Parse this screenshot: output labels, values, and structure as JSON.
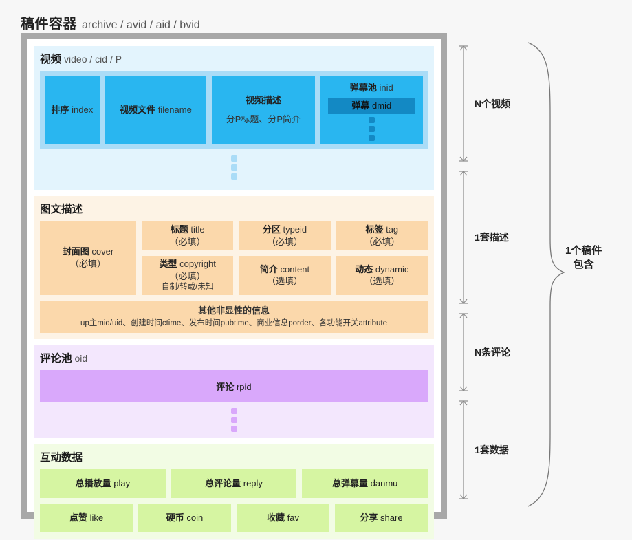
{
  "title": {
    "cn": "稿件容器",
    "en": "archive / avid / aid / bvid"
  },
  "sections": {
    "video": {
      "head_cn": "视频",
      "head_en": "video / cid / P",
      "boxes": {
        "index": {
          "cn": "排序",
          "en": "index"
        },
        "filename": {
          "cn": "视频文件",
          "en": "filename"
        },
        "desc": {
          "cn": "视频描述",
          "en": "",
          "sub": "分P标题、分P简介"
        },
        "danmu_pool": {
          "cn": "弹幕池",
          "en": "inid",
          "inner_cn": "弹幕",
          "inner_en": "dmid"
        }
      }
    },
    "description": {
      "head_cn": "图文描述",
      "head_en": "",
      "cover": {
        "cn": "封面图",
        "en": "cover",
        "req": "（必填）"
      },
      "title": {
        "cn": "标题",
        "en": "title",
        "req": "（必填）"
      },
      "typeid": {
        "cn": "分区",
        "en": "typeid",
        "req": "（必填）"
      },
      "tag": {
        "cn": "标签",
        "en": "tag",
        "req": "（必填）"
      },
      "copyright": {
        "cn": "类型",
        "en": "copyright",
        "req": "（必填）",
        "note": "自制/转载/未知"
      },
      "content": {
        "cn": "简介",
        "en": "content",
        "req": "（选填）"
      },
      "dynamic": {
        "cn": "动态",
        "en": "dynamic",
        "req": "（选填）"
      },
      "other": {
        "title": "其他非显性的信息",
        "detail": "up主mid/uid、创建时间ctime、发布时间pubtime、商业信息porder、各功能开关attribute"
      }
    },
    "comment": {
      "head_cn": "评论池",
      "head_en": "oid",
      "bar": {
        "cn": "评论",
        "en": "rpid"
      }
    },
    "interaction": {
      "head_cn": "互动数据",
      "head_en": "",
      "row1": [
        {
          "cn": "总播放量",
          "en": "play"
        },
        {
          "cn": "总评论量",
          "en": "reply"
        },
        {
          "cn": "总弹幕量",
          "en": "danmu"
        }
      ],
      "row2": [
        {
          "cn": "点赞",
          "en": "like"
        },
        {
          "cn": "硬币",
          "en": "coin"
        },
        {
          "cn": "收藏",
          "en": "fav"
        },
        {
          "cn": "分享",
          "en": "share"
        }
      ]
    }
  },
  "measures": [
    {
      "label": "N个视频"
    },
    {
      "label": "1套描述"
    },
    {
      "label": "N条评论"
    },
    {
      "label": "1套数据"
    }
  ],
  "brace_label": {
    "line1": "1个稿件",
    "line2": "包含"
  },
  "colors": {
    "frame": "#a8a8a8",
    "video_bg": "#e3f4fd",
    "video_band": "#aadcf7",
    "video_box": "#29b6f0",
    "danmu_inner": "#1389c4",
    "desc_bg": "#fdf3e5",
    "desc_box": "#fbd8ab",
    "comment_bg": "#f3e7fd",
    "comment_box": "#d9a8fb",
    "inter_bg": "#f2fce4",
    "inter_box": "#d6f5a2"
  }
}
